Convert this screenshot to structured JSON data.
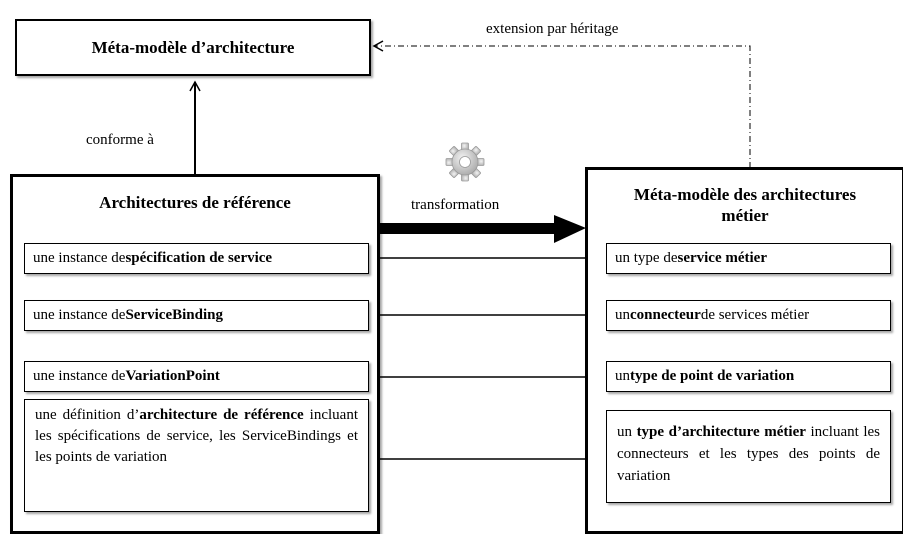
{
  "meta_model": {
    "title": "Méta-modèle d’architecture"
  },
  "labels": {
    "extension": "extension par héritage",
    "conforme": "conforme à",
    "transformation": "transformation"
  },
  "reference": {
    "title": "Architectures de référence",
    "items": [
      {
        "pre": "une instance de ",
        "bold": "spécification de service",
        "post": ""
      },
      {
        "pre": "une instance de ",
        "bold": "ServiceBinding",
        "post": ""
      },
      {
        "pre": "une instance de ",
        "bold": "VariationPoint",
        "post": ""
      },
      {
        "pre": "une définition d’",
        "bold": "architecture de référence",
        "post": " incluant les spécifications de service, les ServiceBindings et les points de variation"
      }
    ]
  },
  "metier": {
    "title": "Méta-modèle des architectures métier",
    "items": [
      {
        "pre": "un type de ",
        "bold": "service métier",
        "post": ""
      },
      {
        "pre": "un ",
        "bold": "connecteur",
        "post": " de services métier"
      },
      {
        "pre": "un ",
        "bold": "type de point de variation",
        "post": ""
      },
      {
        "pre": "un ",
        "bold": "type d’architecture métier",
        "post": " incluant les connecteurs et les types des points de variation"
      }
    ]
  },
  "icons": {
    "transformation": "gear-icon"
  },
  "colors": {
    "gear": "#c8c8c8"
  }
}
